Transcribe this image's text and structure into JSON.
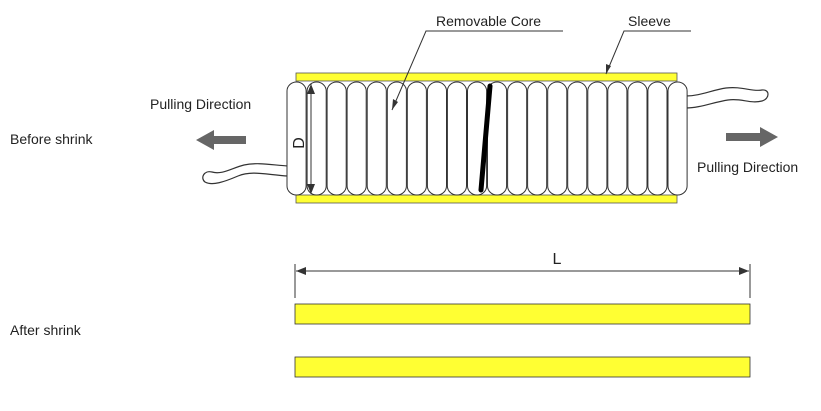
{
  "labels": {
    "removable_core": "Removable Core",
    "sleeve": "Sleeve",
    "pulling_direction_left": "Pulling Direction",
    "pulling_direction_right": "Pulling Direction",
    "before_shrink": "Before shrink",
    "after_shrink": "After shrink",
    "diameter": "D",
    "length": "L"
  },
  "colors": {
    "sleeve": "#ffff33",
    "core": "#ffffff",
    "outline": "#333333",
    "arrow": "#666666"
  },
  "core": {
    "coil_count": 20
  }
}
